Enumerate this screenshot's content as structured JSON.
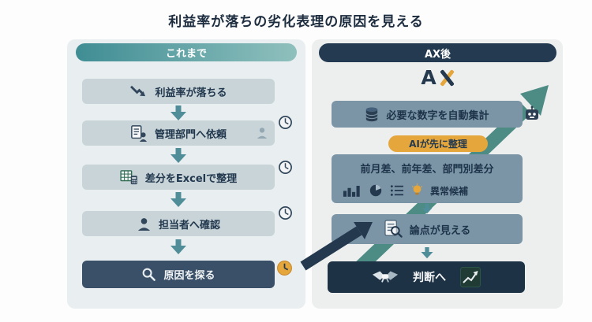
{
  "title": "利益率が落ちの劣化表理の原因を見える",
  "colors": {
    "title_text": "#1d2d3f",
    "left_header_gradient": [
      "#3f8d94",
      "#8fc0bd"
    ],
    "left_box_bg": "#c8d4d8",
    "left_dark_box_bg": "#3a5068",
    "right_header_bg": "#243a50",
    "right_box_bg": "#7b95a7",
    "right_navy_box_bg": "#1e3245",
    "badge_bg": "#e5a63c",
    "teal_arrow": "#4d8c84",
    "navy_arrow": "#24384e",
    "orange_accent": "#e5a63c"
  },
  "left_panel": {
    "header": "これまで",
    "steps": [
      {
        "label": "利益率が落ちる",
        "icon": "trend-down-icon"
      },
      {
        "label": "管理部門へ依頼",
        "icon": "document-person-icon",
        "side_icon": "clock-icon"
      },
      {
        "label": "差分をExcelで整理",
        "icon": "spreadsheet-calculator-icon",
        "side_icon": "clock-icon"
      },
      {
        "label": "担当者へ確認",
        "icon": "person-icon",
        "side_icon": "clock-icon"
      },
      {
        "label": "原因を探る",
        "icon": "magnifier-icon",
        "side_icon": "clock-orange-icon"
      }
    ]
  },
  "right_panel": {
    "header": "AX後",
    "logo_a": "A",
    "logo_x": "X",
    "steps": {
      "auto_label": "必要な数字を自動集計",
      "badge_label": "AIが先に整理",
      "diff_label": "前月差、前年差、部門別差分",
      "anomaly_label": "異常候補",
      "issues_label": "論点が見える",
      "decision_label": "判断へ"
    }
  }
}
